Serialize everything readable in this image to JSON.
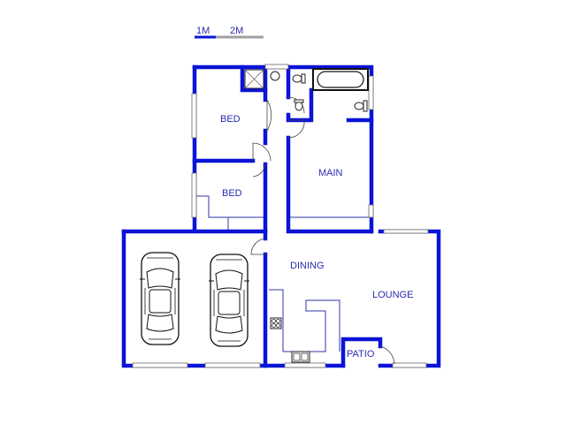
{
  "scale_bar": {
    "label_1": "1M",
    "label_2": "2M"
  },
  "rooms": {
    "bed_1": "BED",
    "bed_2": "BED",
    "main": "MAIN",
    "dining": "DINING",
    "lounge": "LOUNGE",
    "patio": "PATIO"
  },
  "colors": {
    "wall": "#0a14d6",
    "label": "#2b2bb0",
    "thin_line": "#3333aa"
  }
}
